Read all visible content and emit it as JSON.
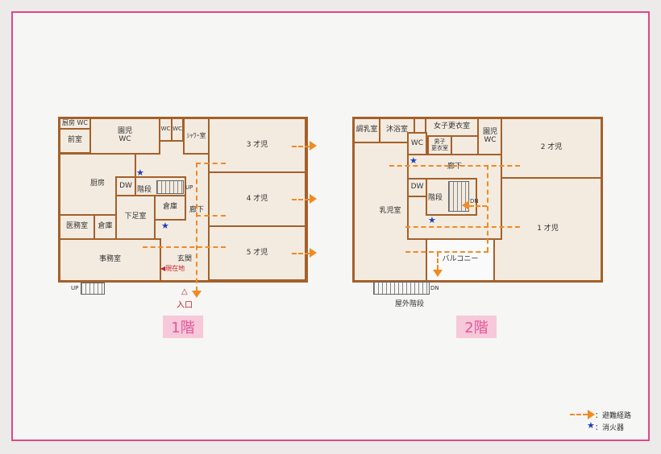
{
  "floor1": {
    "label": "1階",
    "rooms": {
      "kitchen_wc": "厨房 WC",
      "anteroom": "前室",
      "kids_wc": "園児\nWC",
      "wc1": "WC",
      "wc2": "WC",
      "shower": "ｼｬﾜｰ室",
      "age3": "3 才児",
      "age4": "4 才児",
      "age5": "5 才児",
      "kitchen": "厨房",
      "dw": "DW",
      "stairs": "階段",
      "storage1": "倉庫",
      "hallway": "廊下",
      "infirmary": "医務室",
      "storage2": "倉庫",
      "shoe_room": "下足室",
      "office": "事務室",
      "entrance_hall": "玄関"
    },
    "up": "UP",
    "outside_up": "UP",
    "you_are_here": "現在地",
    "entrance": "入口"
  },
  "floor2": {
    "label": "2階",
    "rooms": {
      "formula": "調乳室",
      "bath": "沐浴室",
      "girls_change": "女子更衣室",
      "kids_wc": "園児\nWC",
      "boys_change": "男子\n更衣室",
      "wc": "WC",
      "age2": "2 才児",
      "age1": "1 才児",
      "infant": "乳児室",
      "hallway": "廊下",
      "dw": "DW",
      "stairs": "階段",
      "balcony": "バルコニー"
    },
    "dn": "DN",
    "outside_dn": "DN",
    "outside_stairs": "屋外階段"
  },
  "legend": {
    "route": "：避難経路",
    "extinguisher": "：消火器"
  },
  "colors": {
    "wall": "#a4602a",
    "route": "#f08a24",
    "extinguisher": "#1b3fb8",
    "frame": "#e0468c"
  }
}
